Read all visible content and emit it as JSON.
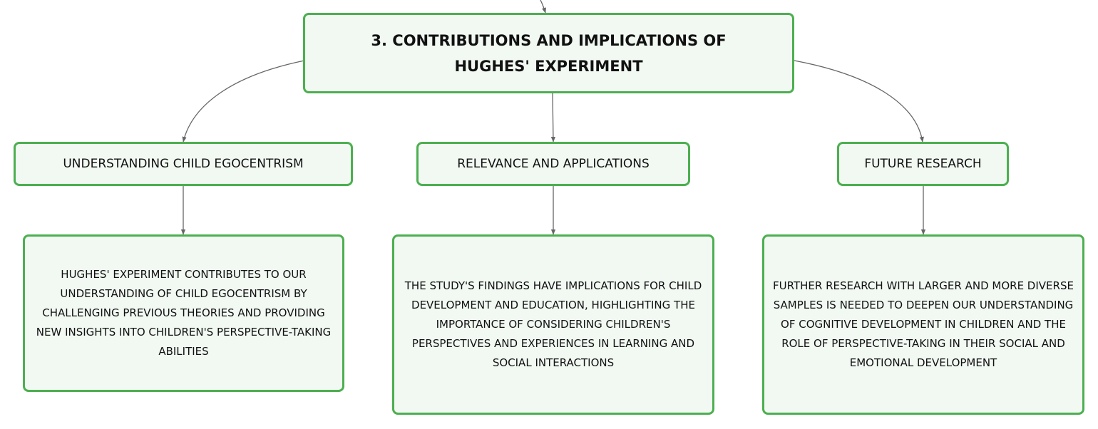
{
  "mindmap": {
    "root": {
      "label": "3. CONTRIBUTIONS AND IMPLICATIONS OF HUGHES' EXPERIMENT"
    },
    "branches": [
      {
        "label": "UNDERSTANDING CHILD EGOCENTRISM",
        "detail": "HUGHES' EXPERIMENT CONTRIBUTES TO OUR UNDERSTANDING OF CHILD EGOCENTRISM BY CHALLENGING PREVIOUS THEORIES AND PROVIDING NEW INSIGHTS INTO CHILDREN'S PERSPECTIVE-TAKING ABILITIES"
      },
      {
        "label": "RELEVANCE AND APPLICATIONS",
        "detail": "THE STUDY'S FINDINGS HAVE IMPLICATIONS FOR CHILD DEVELOPMENT AND EDUCATION, HIGHLIGHTING THE IMPORTANCE OF CONSIDERING CHILDREN'S PERSPECTIVES AND EXPERIENCES IN LEARNING AND SOCIAL INTERACTIONS"
      },
      {
        "label": "FUTURE RESEARCH",
        "detail": "FURTHER RESEARCH WITH LARGER AND MORE DIVERSE SAMPLES IS NEEDED TO DEEPEN OUR UNDERSTANDING OF COGNITIVE DEVELOPMENT IN CHILDREN AND THE ROLE OF PERSPECTIVE-TAKING IN THEIR SOCIAL AND EMOTIONAL DEVELOPMENT"
      }
    ],
    "colors": {
      "node_border": "#4caf50",
      "node_fill": "#f2f9f3",
      "connector": "#666666",
      "text": "#111111"
    }
  }
}
